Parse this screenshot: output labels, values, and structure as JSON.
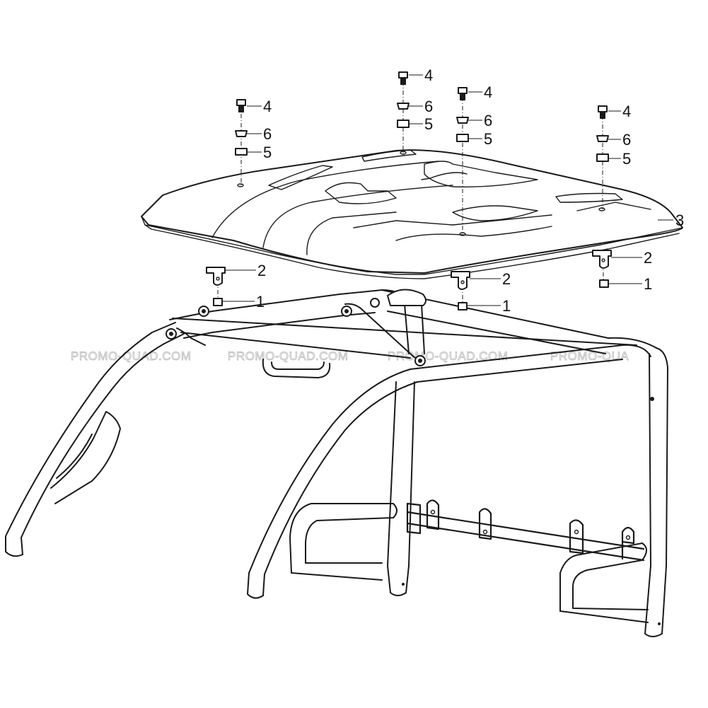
{
  "callouts": [
    {
      "id": "c4a",
      "label": "4"
    },
    {
      "id": "c6a",
      "label": "6"
    },
    {
      "id": "c5a",
      "label": "5"
    },
    {
      "id": "c4b",
      "label": "4"
    },
    {
      "id": "c6b",
      "label": "6"
    },
    {
      "id": "c5b",
      "label": "5"
    },
    {
      "id": "c4c",
      "label": "4"
    },
    {
      "id": "c6c",
      "label": "6"
    },
    {
      "id": "c5c",
      "label": "5"
    },
    {
      "id": "c4d",
      "label": "4"
    },
    {
      "id": "c6d",
      "label": "6"
    },
    {
      "id": "c5d",
      "label": "5"
    },
    {
      "id": "c3",
      "label": "3"
    },
    {
      "id": "c2a",
      "label": "2"
    },
    {
      "id": "c1a",
      "label": "1"
    },
    {
      "id": "c2b",
      "label": "2"
    },
    {
      "id": "c1b",
      "label": "1"
    },
    {
      "id": "c2c",
      "label": "2"
    },
    {
      "id": "c1c",
      "label": "1"
    }
  ],
  "watermark": {
    "w1": "PROMO-QUAD.COM",
    "w2": "PROMO-QUAD.COM",
    "w3": "PROMO-QUAD.COM",
    "w4": "PROMO-QUA"
  }
}
